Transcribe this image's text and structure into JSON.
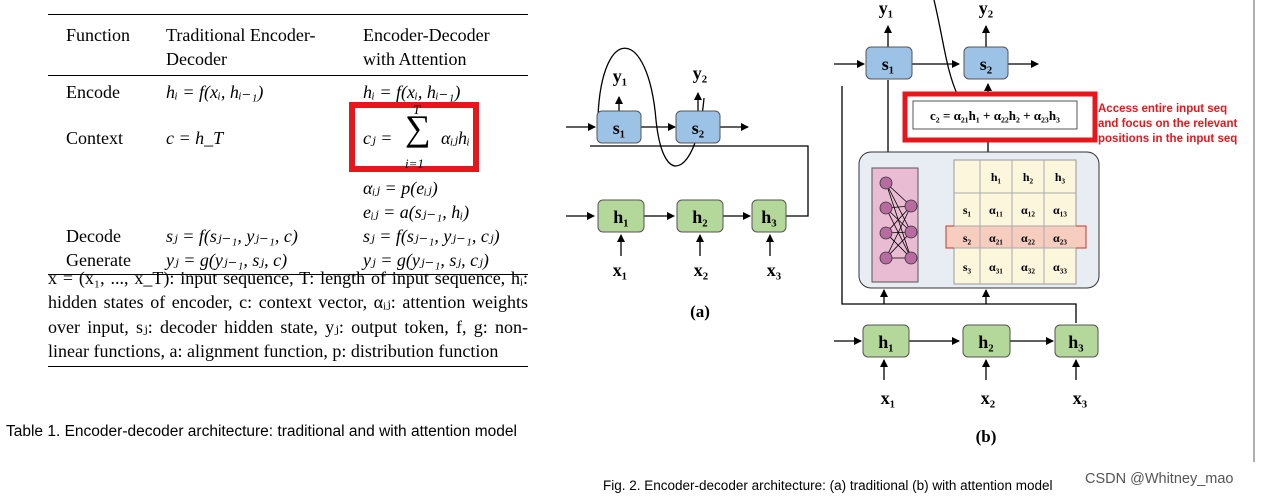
{
  "table": {
    "headers": {
      "function": "Function",
      "traditional": "Traditional Encoder-Decoder",
      "attention": "Encoder-Decoder with Attention"
    },
    "rows": {
      "encode": {
        "label": "Encode",
        "traditional": "hᵢ = f(xᵢ, hᵢ₋₁)",
        "attention": "hᵢ = f(xᵢ, hᵢ₋₁)"
      },
      "context": {
        "label": "Context",
        "traditional": "c = h_T",
        "attention_lhs": "cⱼ =",
        "attention_sum_upper": "T",
        "attention_sum_lower": "i=1",
        "attention_sum_term": "αᵢⱼhᵢ"
      },
      "alpha": {
        "attention": "αᵢⱼ = p(eᵢⱼ)"
      },
      "energy": {
        "attention": "eᵢⱼ = a(sⱼ₋₁, hᵢ)"
      },
      "decode": {
        "label": "Decode",
        "traditional": "sⱼ = f(sⱼ₋₁, yⱼ₋₁, c)",
        "attention": "sⱼ = f(sⱼ₋₁, yⱼ₋₁, cⱼ)"
      },
      "generate": {
        "label": "Generate",
        "traditional": "yⱼ = g(yⱼ₋₁, sⱼ, c)",
        "attention": "yⱼ = g(yⱼ₋₁, sⱼ, cⱼ)"
      }
    },
    "note": "x = (x₁, ..., x_T): input sequence, T: length of input sequence, hᵢ: hidden states of encoder, c: context vector, αᵢⱼ: attention weights over input, sⱼ: decoder hidden state, yⱼ: output token, f, g: non-linear functions, a: alignment function, p: distribution function",
    "caption": "Table 1.  Encoder-decoder architecture: traditional and with attention model"
  },
  "figure": {
    "panel_a": {
      "label": "(a)",
      "outputs": [
        "y₁",
        "y₂"
      ],
      "decoder": [
        "s₁",
        "s₂"
      ],
      "encoder": [
        "h₁",
        "h₂",
        "h₃"
      ],
      "inputs": [
        "x₁",
        "x₂",
        "x₃"
      ]
    },
    "panel_b": {
      "label": "(b)",
      "outputs": [
        "y₁",
        "y₂"
      ],
      "decoder": [
        "s₁",
        "s₂"
      ],
      "encoder": [
        "h₁",
        "h₂",
        "h₃"
      ],
      "inputs": [
        "x₁",
        "x₂",
        "x₃"
      ],
      "context_formula": "c₂ = α₂₁h₁ + α₂₂h₂ + α₂₃h₃",
      "matrix_cols": [
        "h₁",
        "h₂",
        "h₃"
      ],
      "matrix_rows": [
        {
          "label": "s₁",
          "cells": [
            "α₁₁",
            "α₁₂",
            "α₁₃"
          ]
        },
        {
          "label": "s₂",
          "cells": [
            "α₂₁",
            "α₂₂",
            "α₂₃"
          ]
        },
        {
          "label": "s₃",
          "cells": [
            "α₃₁",
            "α₃₂",
            "α₃₃"
          ]
        }
      ],
      "annotation": [
        "Access entire input seq",
        "and focus on the relevant",
        "positions in the input seq"
      ]
    },
    "caption": "Fig. 2.  Encoder-decoder architecture: (a) traditional (b) with attention model"
  },
  "watermark": "CSDN @Whitney_mao",
  "colors": {
    "highlight": "#e8161b",
    "encoder": "#b4d79a",
    "decoder": "#9cc3e6",
    "attention_row": "#f6cdbf",
    "matrix": "#fbf6dc",
    "panel": "#e7edf3",
    "net": "#e9bcd3"
  }
}
